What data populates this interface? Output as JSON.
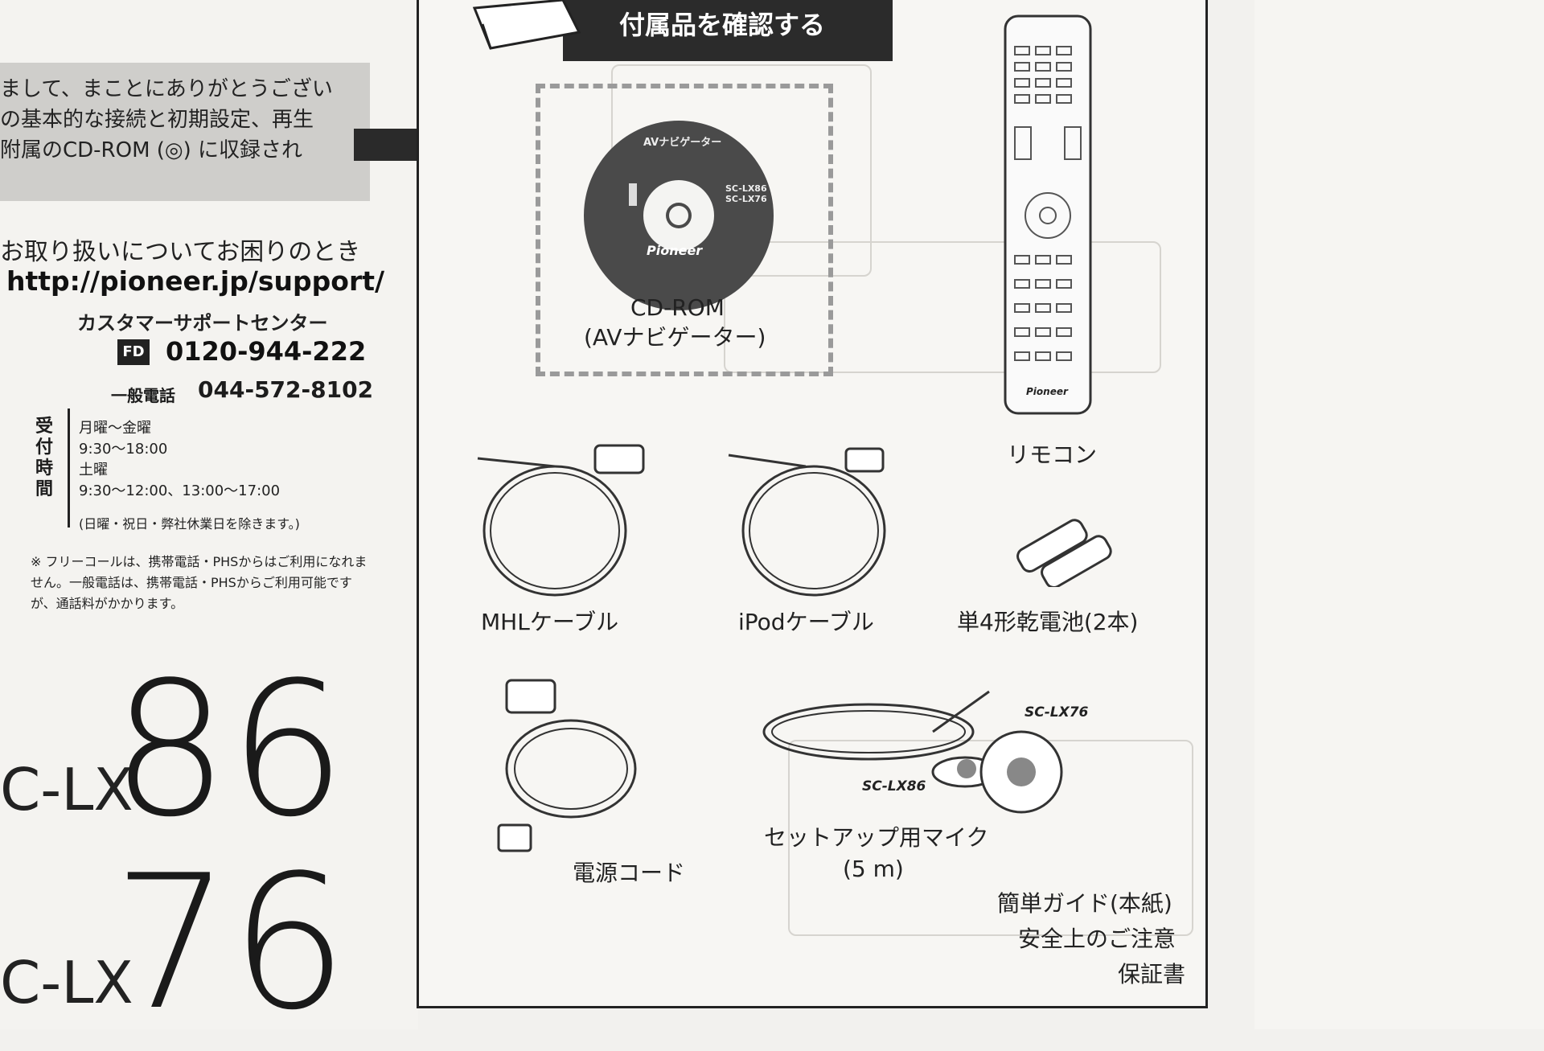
{
  "intro": {
    "lines": [
      "まして、まことにありがとうござい",
      "の基本的な接続と初期設定、再生",
      "附属のCD-ROM (◎) に収録され"
    ]
  },
  "contact": {
    "heading": "お取り扱いについてお困りのとき",
    "url": "http://pioneer.jp/support/",
    "center": "カスタマーサポートセンター",
    "free_label": "FD",
    "free_phone": "0120-944-222",
    "general_label": "一般電話",
    "general_phone": "044-572-8102",
    "hours_title": "受付時間",
    "hours": [
      "月曜～金曜",
      "9:30～18:00",
      "土曜",
      "9:30～12:00、13:00～17:00",
      "(日曜・祝日・弊社休業日を除きます。)"
    ],
    "note": "※ フリーコールは、携帯電話・PHSからはご利用になれません。一般電話は、携帯電話・PHSからご利用可能ですが、通話料がかかります。"
  },
  "models": {
    "prefix1": "C-LX",
    "number1": "86",
    "prefix2": "C-LX",
    "number2": "76"
  },
  "header": {
    "title": "付属品を確認する"
  },
  "items": {
    "cd": {
      "disc_title": "AVナビゲーター",
      "disc_models": "SC-LX86\nSC-LX76",
      "disc_brand": "Pioneer",
      "label1": "CD-ROM",
      "label2": "(AVナビゲーター)"
    },
    "remote": {
      "label": "リモコン",
      "brand": "Pioneer"
    },
    "mhl": {
      "label": "MHLケーブル"
    },
    "ipod": {
      "label": "iPodケーブル"
    },
    "battery": {
      "label": "単4形乾電池(2本)"
    },
    "power": {
      "label": "電源コード"
    },
    "mic": {
      "label1": "セットアップ用マイク",
      "label2": "(5 m)",
      "model_a": "SC-LX86",
      "model_b": "SC-LX76"
    }
  },
  "documents": [
    "簡単ガイド(本紙)",
    "安全上のご注意",
    "保証書"
  ]
}
